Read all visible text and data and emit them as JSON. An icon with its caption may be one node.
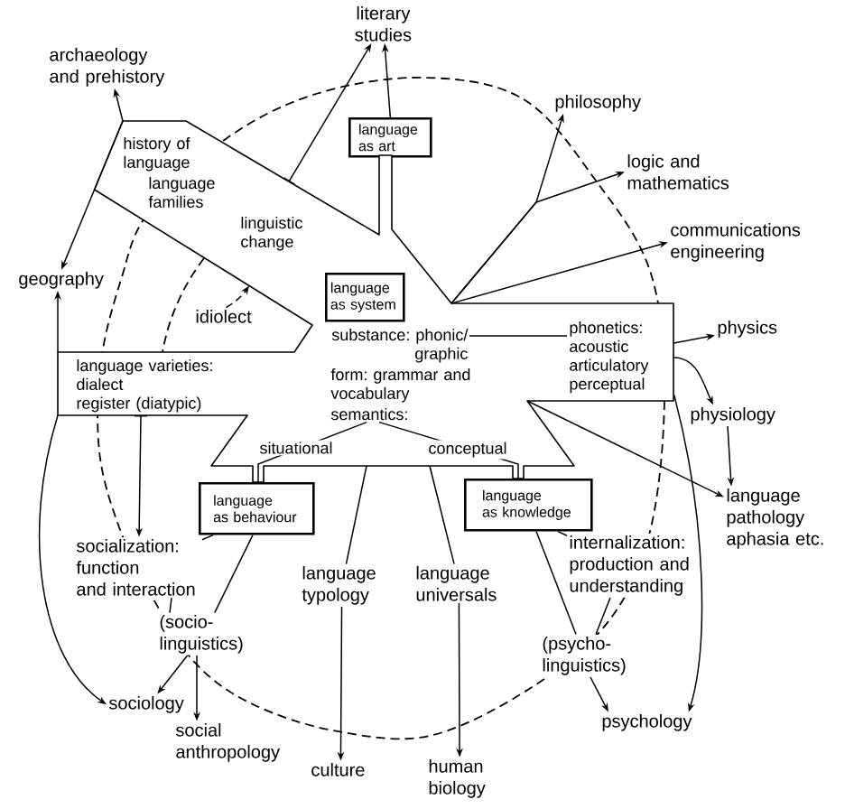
{
  "diagram": {
    "nodes": [
      {
        "text": [
          "literary studies"
        ]
      },
      {
        "text": [
          "archaeology and prehistory"
        ]
      },
      {
        "text": [
          "language as art"
        ]
      },
      {
        "text": [
          "philosophy"
        ]
      },
      {
        "text": [
          "logic and mathematics"
        ]
      },
      {
        "text": [
          "history of language",
          "language families",
          "linguistic change",
          "language varieties: dialect register (diatypic)",
          "form: grammar and vocabulary"
        ]
      },
      {
        "text": [
          "communications engineering"
        ]
      },
      {
        "text": [
          "geography"
        ]
      },
      {
        "text": [
          "language as system"
        ],
        "in": 5
      },
      {
        "text": [
          "idiolect"
        ]
      },
      {
        "text": [
          "substance: phonic/ graphic"
        ],
        "in": 5
      },
      {
        "text": [
          "phonetics: acoustic articulatory perceptual"
        ],
        "in": 5
      },
      {
        "text": [
          "physics"
        ]
      },
      {
        "text": [
          "semantics:"
        ],
        "in": 5
      },
      {
        "text": [
          "physiology"
        ]
      },
      {
        "text": [
          "language as behaviour"
        ]
      },
      {
        "text": [
          "language as knowledge"
        ]
      },
      {
        "text": [
          "language pathology aphasia etc."
        ]
      },
      {
        "text": [
          "socialization: function and interaction"
        ]
      },
      {
        "text": [
          "language typology"
        ]
      },
      {
        "text": [
          "language universals"
        ]
      },
      {
        "text": [
          "internalization: production and understanding"
        ]
      },
      {
        "text": [
          "(socio- linguistics)"
        ]
      },
      {
        "text": [
          "(psycho- linguistics)"
        ]
      },
      {
        "text": [
          "sociology"
        ]
      },
      {
        "text": [
          "psychology"
        ]
      },
      {
        "text": [
          "social anthropology"
        ]
      },
      {
        "text": [
          "culture"
        ]
      },
      {
        "text": [
          "human biology"
        ]
      }
    ],
    "edges": [
      {
        "from": 5,
        "to": 0,
        "arrow": "to"
      },
      {
        "from": 2,
        "to": 0,
        "arrow": "to"
      },
      {
        "from": 5,
        "to": 1,
        "arrow": "to"
      },
      {
        "from": 5,
        "to": 7,
        "arrow": "to"
      },
      {
        "from": 5,
        "to": 3,
        "arrow": "to"
      },
      {
        "from": 5,
        "to": 4,
        "arrow": "to"
      },
      {
        "from": 5,
        "to": 6,
        "arrow": "to"
      },
      {
        "from": 5,
        "to": 7,
        "arrow": "to"
      },
      {
        "from": 5,
        "to": 24,
        "arrow": "to"
      },
      {
        "from": 5,
        "to": 18,
        "arrow": "to"
      },
      {
        "from": 9,
        "to": 5,
        "arrow": "to",
        "style": "dashed"
      },
      {
        "from": 10,
        "to": 11,
        "arrow": "none"
      },
      {
        "from": 11,
        "to": 12,
        "arrow": "to"
      },
      {
        "from": 11,
        "to": 14,
        "arrow": "to"
      },
      {
        "from": 11,
        "to": 25,
        "arrow": "to"
      },
      {
        "from": 5,
        "to": 17,
        "arrow": "to"
      },
      {
        "from": 14,
        "to": 17,
        "arrow": "to"
      },
      {
        "from": 13,
        "to": 15,
        "arrow": "none",
        "label": "situational"
      },
      {
        "from": 13,
        "to": 16,
        "arrow": "none",
        "label": "conceptual"
      },
      {
        "from": 5,
        "to": 19,
        "arrow": "none"
      },
      {
        "from": 5,
        "to": 20,
        "arrow": "none"
      },
      {
        "from": 15,
        "to": 18,
        "arrow": "none"
      },
      {
        "from": 15,
        "to": 22,
        "arrow": "none"
      },
      {
        "from": 18,
        "to": 22,
        "arrow": "none"
      },
      {
        "from": 16,
        "to": 21,
        "arrow": "none"
      },
      {
        "from": 16,
        "to": 23,
        "arrow": "none"
      },
      {
        "from": 21,
        "to": 23,
        "arrow": "none"
      },
      {
        "from": 22,
        "to": 24,
        "arrow": "to"
      },
      {
        "from": 22,
        "to": 26,
        "arrow": "to"
      },
      {
        "from": 23,
        "to": 25,
        "arrow": "to"
      },
      {
        "from": 19,
        "to": 27,
        "arrow": "to"
      },
      {
        "from": 20,
        "to": 28,
        "arrow": "to"
      }
    ]
  }
}
